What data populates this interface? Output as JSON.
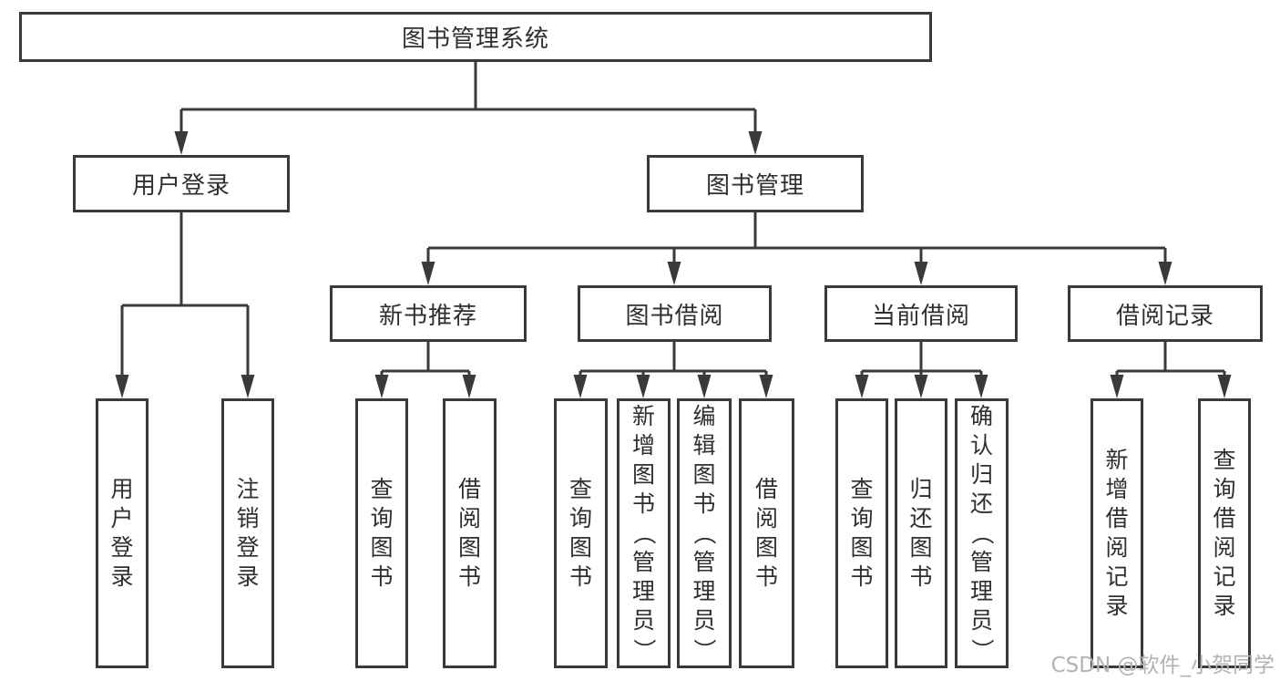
{
  "diagram": {
    "root": "图书管理系统",
    "branches": {
      "user_login": "用户登录",
      "book_mgmt": "图书管理"
    },
    "modules": {
      "new_book": "新书推荐",
      "borrow": "图书借阅",
      "current": "当前借阅",
      "records": "借阅记录"
    },
    "leaves": {
      "login": "用户登录",
      "logout": "注销登录",
      "nb_query": "查询图书",
      "nb_borrow": "借阅图书",
      "bb_query": "查询图书",
      "bb_add": "新增图书（管理员）",
      "bb_edit": "编辑图书（管理员）",
      "bb_borrow": "借阅图书",
      "cb_query": "查询图书",
      "cb_return": "归还图书",
      "cb_confirm": "确认归还（管理员）",
      "br_add": "新增借阅记录",
      "br_query": "查询借阅记录"
    }
  },
  "watermark": "CSDN @软件_小贺同学",
  "colors": {
    "line": "#3a3a3a",
    "text": "#2f2f2f",
    "watermark": "#b3b3b3",
    "background": "#ffffff"
  }
}
